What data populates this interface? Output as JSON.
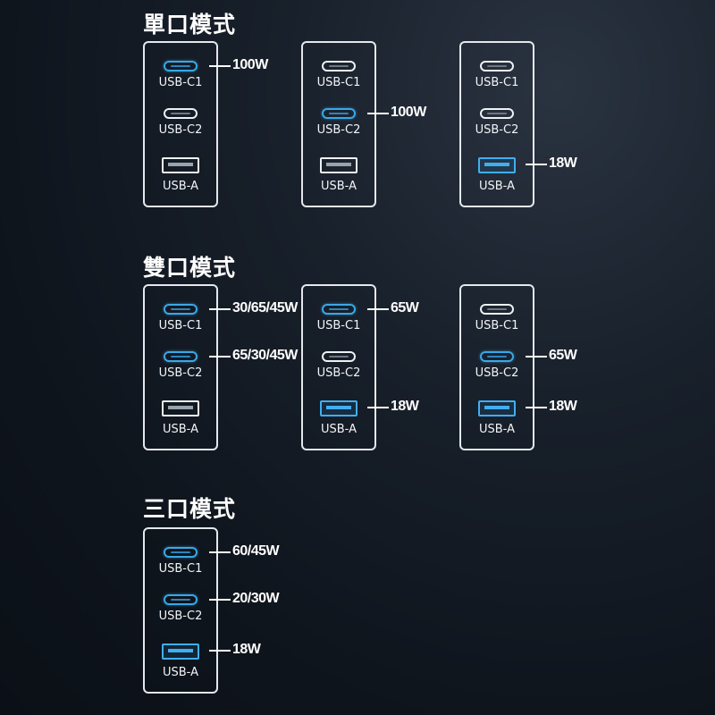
{
  "sections": [
    {
      "title": "單口模式",
      "configs": [
        {
          "active": {
            "c1": true,
            "c2": false,
            "a": false
          },
          "watts": {
            "c1": "100W"
          }
        },
        {
          "active": {
            "c1": false,
            "c2": true,
            "a": false
          },
          "watts": {
            "c2": "100W"
          }
        },
        {
          "active": {
            "c1": false,
            "c2": false,
            "a": true
          },
          "watts": {
            "a": "18W"
          }
        }
      ]
    },
    {
      "title": "雙口模式",
      "configs": [
        {
          "active": {
            "c1": true,
            "c2": true,
            "a": false
          },
          "watts": {
            "c1": "30/65/45W",
            "c2": "65/30/45W"
          }
        },
        {
          "active": {
            "c1": true,
            "c2": false,
            "a": true
          },
          "watts": {
            "c1": "65W",
            "a": "18W"
          }
        },
        {
          "active": {
            "c1": false,
            "c2": true,
            "a": true
          },
          "watts": {
            "c2": "65W",
            "a": "18W"
          }
        }
      ]
    },
    {
      "title": "三口模式",
      "configs": [
        {
          "active": {
            "c1": true,
            "c2": true,
            "a": true
          },
          "watts": {
            "c1": "60/45W",
            "c2": "20/30W",
            "a": "18W"
          }
        }
      ]
    }
  ],
  "port_labels": {
    "c1": "USB-C1",
    "c2": "USB-C2",
    "a": "USB-A"
  },
  "colors": {
    "active": "#3aa7e6",
    "inactive": "#eef1f4",
    "border": "#e4e8ec"
  }
}
